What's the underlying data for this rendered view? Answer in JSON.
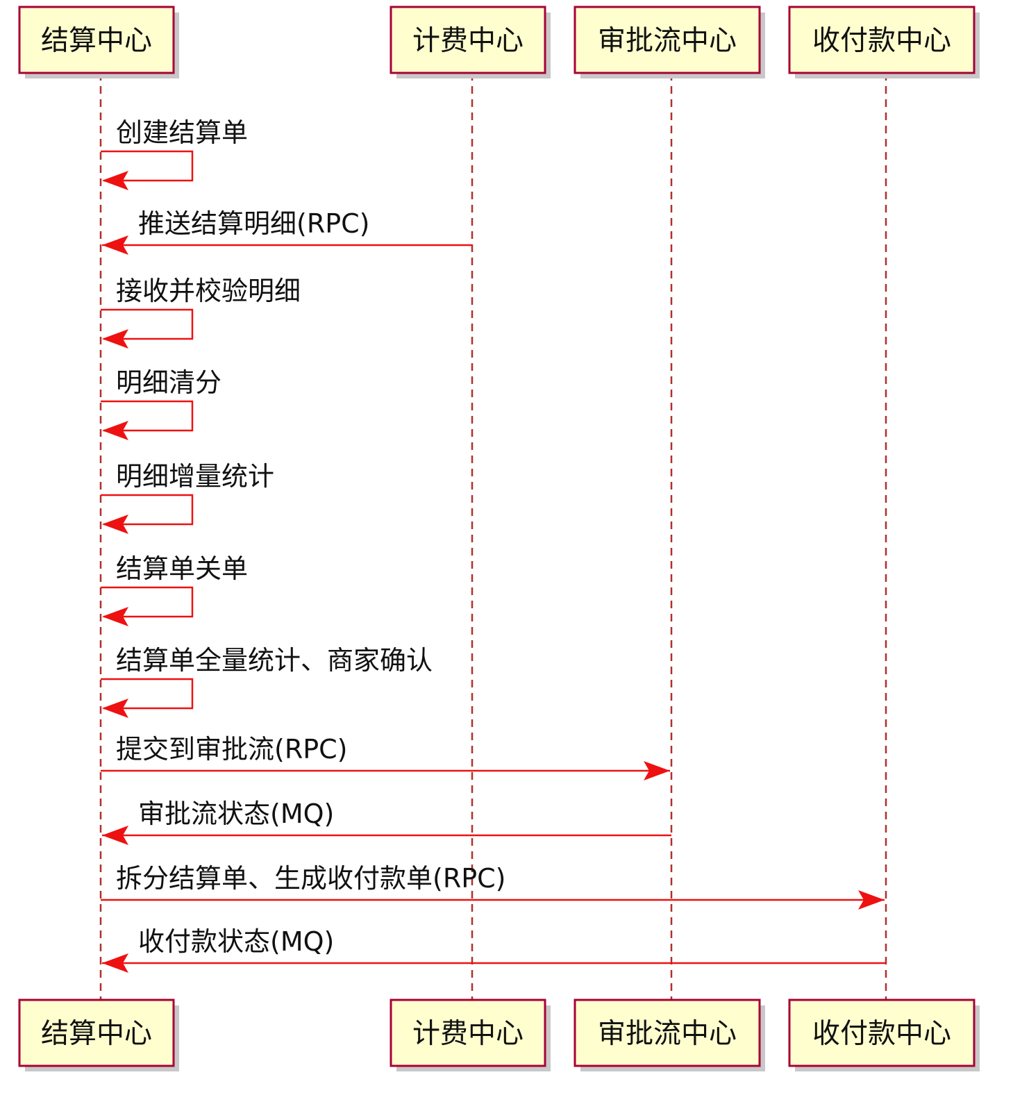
{
  "participants": [
    {
      "id": "settlement",
      "label": "结算中心"
    },
    {
      "id": "billing",
      "label": "计费中心"
    },
    {
      "id": "approval",
      "label": "审批流中心"
    },
    {
      "id": "payment",
      "label": "收付款中心"
    }
  ],
  "messages": [
    {
      "from": "settlement",
      "to": "settlement",
      "label": "创建结算单"
    },
    {
      "from": "billing",
      "to": "settlement",
      "label": "推送结算明细(RPC)"
    },
    {
      "from": "settlement",
      "to": "settlement",
      "label": "接收并校验明细"
    },
    {
      "from": "settlement",
      "to": "settlement",
      "label": "明细清分"
    },
    {
      "from": "settlement",
      "to": "settlement",
      "label": "明细增量统计"
    },
    {
      "from": "settlement",
      "to": "settlement",
      "label": "结算单关单"
    },
    {
      "from": "settlement",
      "to": "settlement",
      "label": "结算单全量统计、商家确认"
    },
    {
      "from": "settlement",
      "to": "approval",
      "label": "提交到审批流(RPC)"
    },
    {
      "from": "approval",
      "to": "settlement",
      "label": "审批流状态(MQ)"
    },
    {
      "from": "settlement",
      "to": "payment",
      "label": "拆分结算单、生成收付款单(RPC)"
    },
    {
      "from": "payment",
      "to": "settlement",
      "label": "收付款状态(MQ)"
    }
  ],
  "colors": {
    "arrow": "#ee1111",
    "lifeline": "#b0302c",
    "box_fill": "#fefece",
    "box_border": "#a80036"
  }
}
